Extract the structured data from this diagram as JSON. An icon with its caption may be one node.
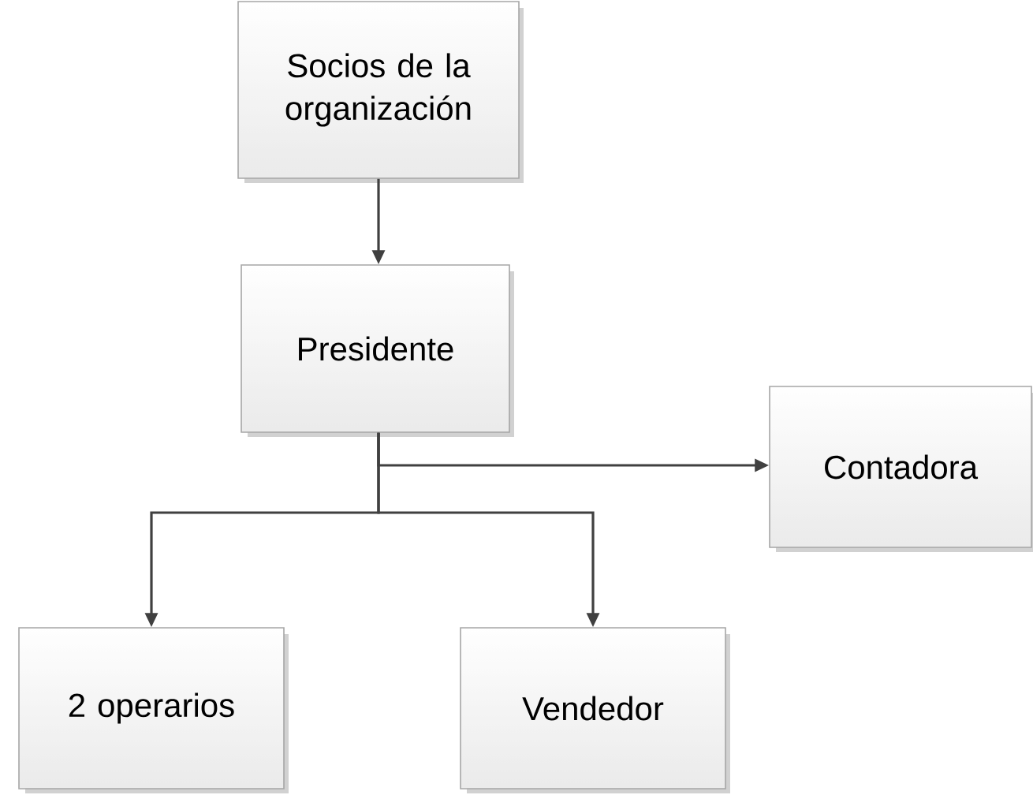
{
  "diagram": {
    "nodes": [
      {
        "text": [
          "Socios de la organización"
        ]
      },
      {
        "text": [
          "Presidente"
        ]
      },
      {
        "text": [
          "Contadora"
        ]
      },
      {
        "text": [
          "2 operarios"
        ]
      },
      {
        "text": [
          "Vendedor"
        ]
      }
    ],
    "edges": [
      {
        "from": 0,
        "to": 1,
        "arrow": "to"
      },
      {
        "from": 1,
        "to": 2,
        "arrow": "to"
      },
      {
        "from": 1,
        "to": 3,
        "arrow": "to"
      },
      {
        "from": 1,
        "to": 4,
        "arrow": "to"
      }
    ]
  }
}
